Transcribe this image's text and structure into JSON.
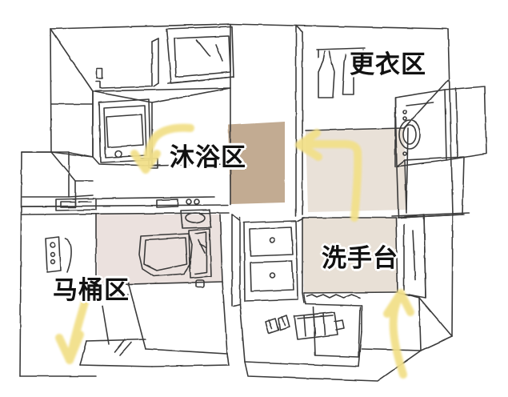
{
  "image": {
    "kind": "hand-drawn isometric floor plan",
    "subject": "Japanese-style separated bathroom (sanitary four-piece layout)",
    "background_color": "#ffffff",
    "line_color": "#3a3a3a"
  },
  "zones": [
    {
      "id": "bath",
      "label": "沐浴区",
      "floor_color": "#c2ab92",
      "fixtures": [
        "bathtub",
        "shower-head",
        "shower-wall-panel"
      ]
    },
    {
      "id": "change",
      "label": "更衣区",
      "floor_color": "#e9e1d8",
      "fixtures": [
        "hanging-clothes",
        "washing-machine",
        "storage-cabinet"
      ]
    },
    {
      "id": "toilet",
      "label": "马桶区",
      "floor_color": "#ebe1de",
      "fixtures": [
        "toilet",
        "wall-remote-panel",
        "grab-bar",
        "paper-holder",
        "counter"
      ]
    },
    {
      "id": "sink",
      "label": "洗手台",
      "floor_color": "#e8e0d6",
      "fixtures": [
        "double-basin-vanity",
        "mirror",
        "floor-mat",
        "slippers"
      ]
    }
  ],
  "arrows": [
    {
      "id": "arrow-to-bath",
      "color": "#f2e08a",
      "points_to": "bathtub",
      "direction": "down-left hook"
    },
    {
      "id": "arrow-to-shower-door",
      "color": "#f2e08a",
      "points_to": "shower-entry-door",
      "direction": "left"
    },
    {
      "id": "arrow-to-toilet",
      "color": "#f2e08a",
      "points_to": "toilet-room-entry",
      "direction": "down-left"
    },
    {
      "id": "arrow-to-sink",
      "color": "#f2e08a",
      "points_to": "vanity-entry",
      "direction": "up"
    }
  ],
  "palette": {
    "bath_floor": "#c2ab92",
    "change_floor": "#e9e1d8",
    "toilet_floor": "#ebe1de",
    "sink_floor": "#e8e0d6",
    "arrow_yellow": "#f2e08a",
    "sketch_ink": "#3a3a3a",
    "label_text": "#111111",
    "label_outline": "#ffffff"
  }
}
